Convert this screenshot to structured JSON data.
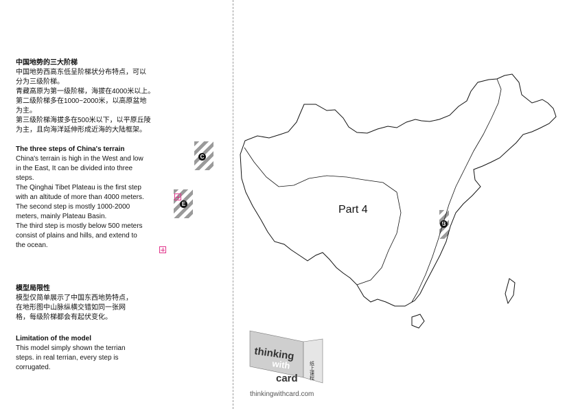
{
  "zh_steps": {
    "heading": "中国地势的三大阶梯",
    "lines": [
      "中国地势西高东低呈阶梯状分布特点，可以",
      "分为三级阶梯。",
      "青藏高原为第一级阶梯，海拔在4000米以上。",
      "第二级阶梯多在1000~2000米，以高原盆地",
      "为主。",
      "第三级阶梯海拔多在500米以下，以平原丘陵",
      "为主，且向海洋延伸形成近海的大陆框架。"
    ]
  },
  "en_steps": {
    "heading": "The three steps of China's terrain",
    "lines": [
      "China's terrain is high in the West and low",
      "in the East,  It can be divided into three",
      "steps.",
      "The Qinghai Tibet Plateau is the first step",
      "with an altitude of more than 4000 meters.",
      "The second step is mostly 1000-2000",
      "meters, mainly Plateau Basin.",
      "The third step is mostly below 500 meters",
      "consist of plains and hills, and extend to",
      "the ocean."
    ]
  },
  "zh_limit": {
    "heading": "模型局限性",
    "lines": [
      "模型仅简单展示了中国东西地势特点，",
      "在地形图中山脉纵横交错如同一张网",
      "格，每级阶梯都会有起伏变化。"
    ]
  },
  "en_limit": {
    "heading": "Limitation of the model",
    "lines": [
      "This model simply shown the terrian",
      "steps. in real terrian, every step is",
      "corrugated."
    ]
  },
  "tabs": {
    "c": "C",
    "e": "E",
    "b": "B"
  },
  "map": {
    "part_label": "Part 4"
  },
  "logo": {
    "word1": "thinking",
    "word2": "with",
    "word3": "card",
    "vertical_zh": "纸上课程",
    "site": "thinkingwithcard.com"
  },
  "colors": {
    "registration_mark": "#e0338a",
    "tab_stripe": "#9a9a9a",
    "outline": "#111111"
  }
}
